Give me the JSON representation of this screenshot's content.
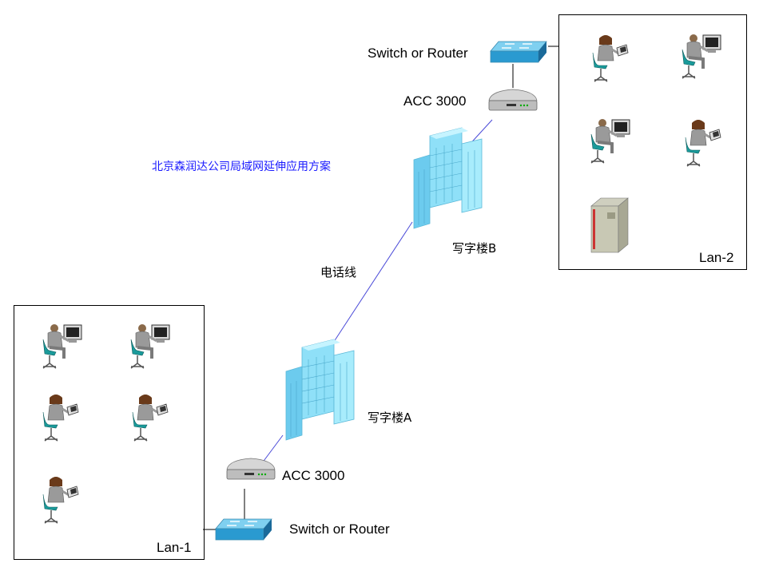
{
  "title": "北京森润达公司局域网延伸应用方案",
  "link_label": "电话线",
  "lan1": {
    "label": "Lan-1"
  },
  "lan2": {
    "label": "Lan-2"
  },
  "site_a": {
    "building_label": "写字楼A",
    "modem_label": "ACC 3000",
    "switch_label": "Switch or Router"
  },
  "site_b": {
    "building_label": "写字楼B",
    "modem_label": "ACC 3000",
    "switch_label": "Switch or Router"
  },
  "colors": {
    "title": "#1a1aff",
    "line": "#4a4ad8",
    "building": "#7fd8f4",
    "switch": "#56b9e0"
  },
  "icons": {
    "workstation": "user-at-computer-icon",
    "building": "office-building-icon",
    "modem": "modem-icon",
    "switch": "network-switch-icon",
    "server": "server-icon"
  }
}
